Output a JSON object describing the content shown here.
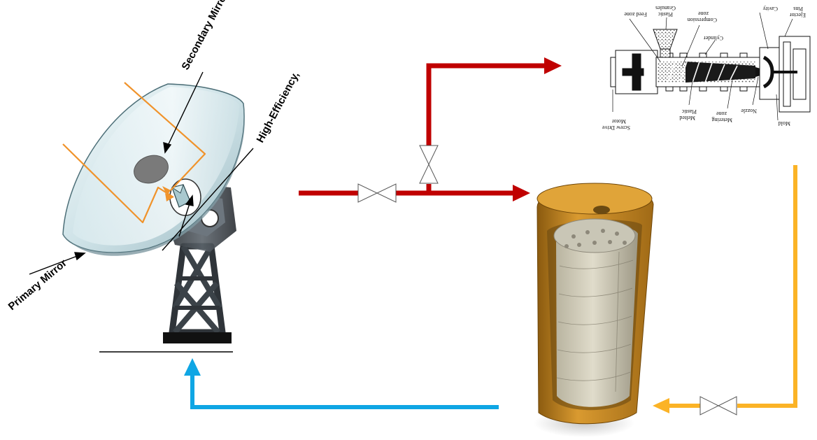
{
  "dish_labels": {
    "secondary_mirror": "Secondary Mirror",
    "high_efficiency": "High-Efficiency,",
    "primary_mirror": "Primary Mirror"
  },
  "injection_labels": {
    "feed_zone": "Feed zone",
    "plastic_granules": [
      "Plastic",
      "Granules"
    ],
    "compression_zone": [
      "Compression",
      "zone"
    ],
    "cylinder": "Cylinder",
    "cavity": "Cavity",
    "ejector_pins": [
      "Ejector",
      "Pins"
    ],
    "screw_drive_motor": [
      "Screw Drive",
      "Motor"
    ],
    "melted_plastic": [
      "Melted",
      "Plastic"
    ],
    "metering_zone": [
      "Metering",
      "zone"
    ],
    "nozzle": "Nozzle",
    "mold": "Mold"
  },
  "colors": {
    "hot_line": "#c00000",
    "warm_line": "#fbb326",
    "cold_line": "#0fa6e4",
    "ray": "#f0932b",
    "tank_shell": "#c48a24",
    "dish": "#cfe3e8"
  },
  "icons": [
    "valve-icon",
    "arrow-icon"
  ]
}
